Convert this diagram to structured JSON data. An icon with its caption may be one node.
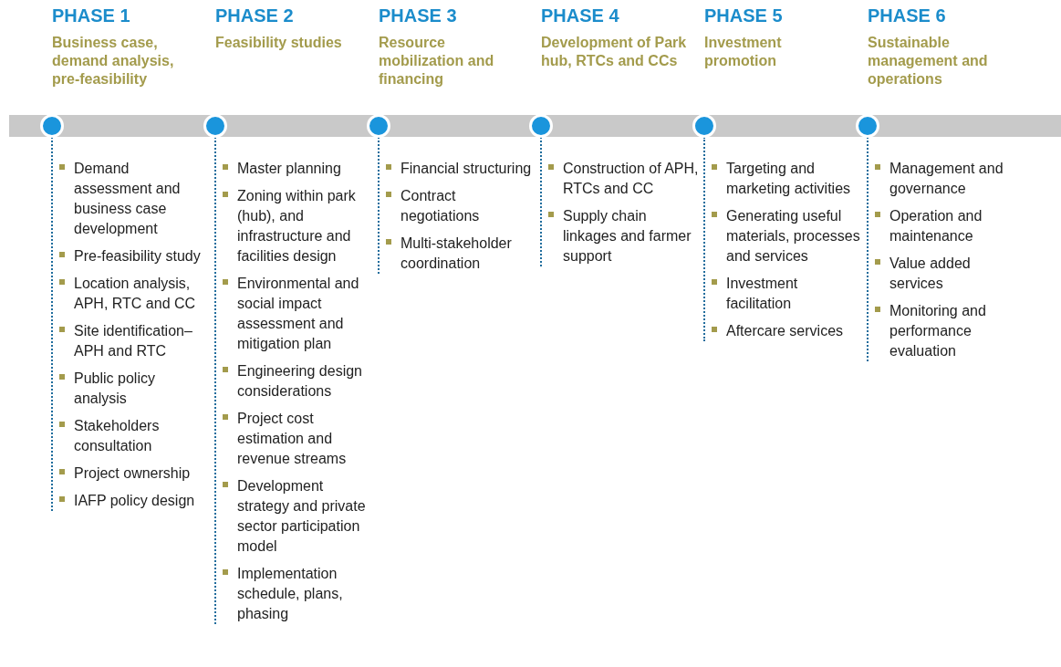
{
  "diagram": {
    "nodes": [
      {
        "text": [],
        "shape": "circle",
        "beside": [
          "PHASE 1",
          "Business case, demand analysis, pre-feasibility",
          "Demand assessment and business case development",
          "Pre-feasibility study",
          "Location analysis, APH, RTC and CC",
          "Site identification– APH and RTC",
          "Public policy analysis",
          "Stakeholders consultation",
          "Project ownership",
          "IAFP policy design"
        ]
      },
      {
        "text": [],
        "shape": "circle",
        "beside": [
          "PHASE 2",
          "Feasibility studies",
          "Master planning",
          "Zoning within park (hub), and infrastructure and facilities design",
          "Environmental and social impact assessment and mitigation plan",
          "Engineering design considerations",
          "Project cost estimation and revenue streams",
          "Development strategy and private sector participation model",
          "Implementation schedule, plans, phasing"
        ]
      },
      {
        "text": [],
        "shape": "circle",
        "beside": [
          "PHASE 3",
          "Resource mobilization and financing",
          "Financial structuring",
          "Contract negotiations",
          "Multi-stakeholder coordination"
        ]
      },
      {
        "text": [],
        "shape": "circle",
        "beside": [
          "PHASE 4",
          "Development of Park hub, RTCs and CCs",
          "Construction of APH, RTCs  and CC",
          "Supply chain linkages and farmer support"
        ]
      },
      {
        "text": [],
        "shape": "circle",
        "beside": [
          "PHASE 5",
          "Investment promotion",
          "Targeting and marketing activities",
          "Generating useful materials, processes and services",
          "Investment facilitation",
          "Aftercare services"
        ]
      },
      {
        "text": [],
        "shape": "circle",
        "beside": [
          "PHASE 6",
          "Sustainable management and operations",
          "Management and governance",
          "Operation and maintenance",
          "Value added services",
          "Monitoring and performance evaluation"
        ]
      }
    ]
  }
}
